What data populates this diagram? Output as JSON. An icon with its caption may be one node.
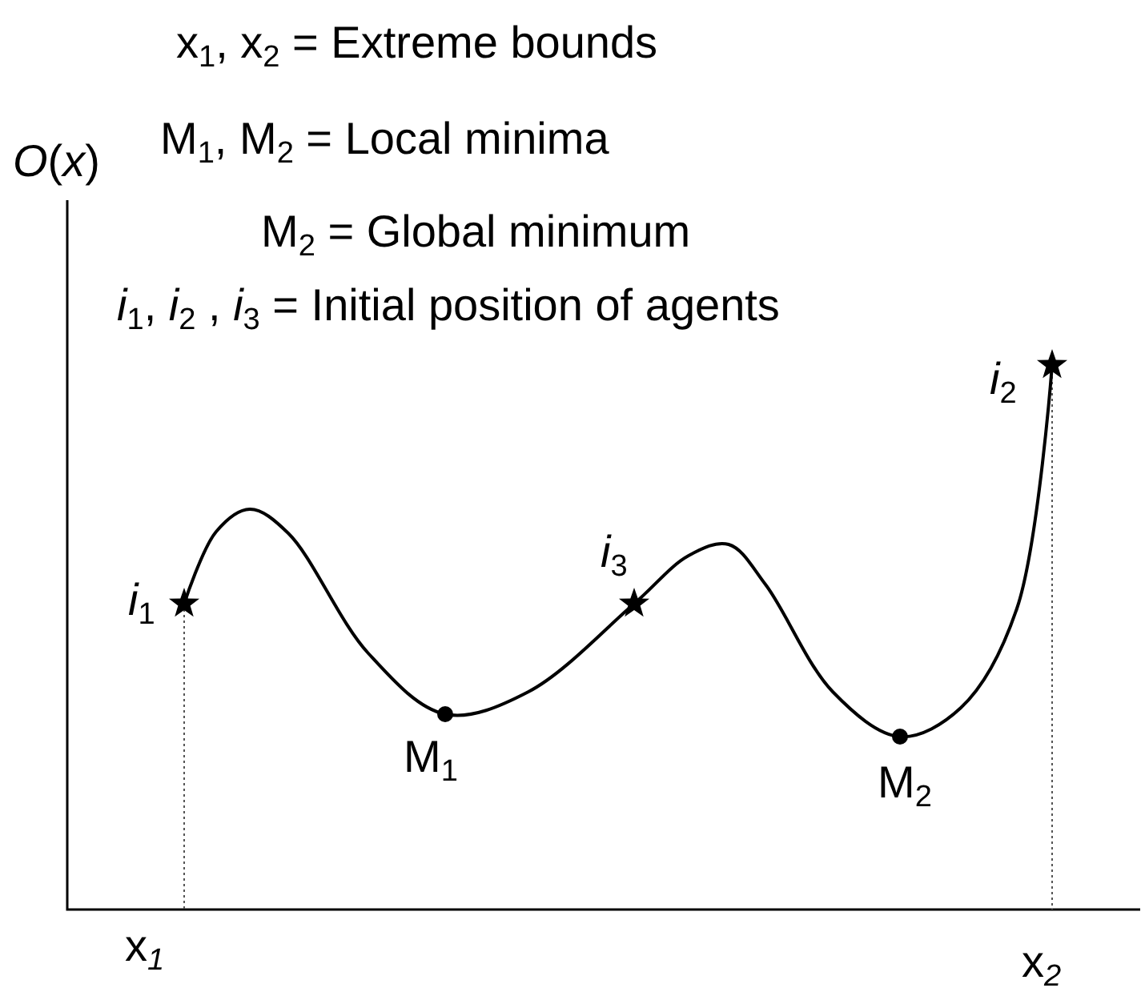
{
  "diagram": {
    "labels": [
      "x$_{1}$, x$_{2}$ = Extreme bounds",
      "M$_{1}$, M$_{2}$ = Local minima",
      "*O*(*x*)",
      "M$_{2}$ = Global minimum",
      "*i*$_{1}$, *i*$_{2}$ , *i*$_{3}$ = Initial position of agents",
      "*i*$_{2}$",
      "*i*$_{3}$",
      "*i*$_{1}$",
      "M$_{1}$",
      "M$_{2}$",
      "x$_{1}$",
      "x$_{2}$"
    ]
  }
}
